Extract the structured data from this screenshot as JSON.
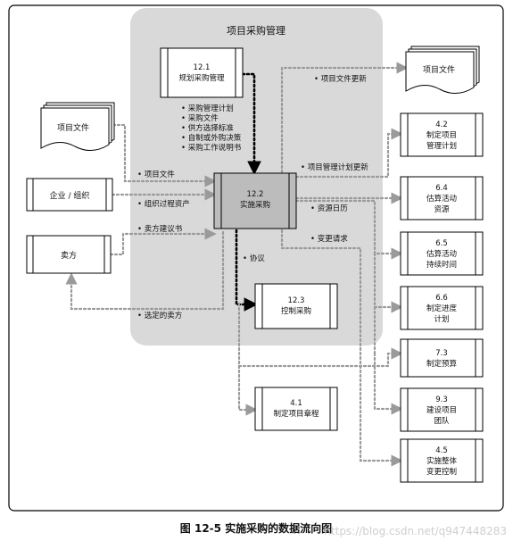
{
  "title": "项目采购管理",
  "processes": {
    "plan": {
      "num": "12.1",
      "name": "规划采购管理"
    },
    "conduct": {
      "num": "12.2",
      "name": "实施采购"
    },
    "control": {
      "num": "12.3",
      "name": "控制采购"
    },
    "charter": {
      "num": "4.1",
      "name": "制定项目章程"
    },
    "p42": {
      "num": "4.2",
      "line1": "制定项目",
      "line2": "管理计划"
    },
    "p64": {
      "num": "6.4",
      "line1": "估算活动",
      "line2": "资源"
    },
    "p65": {
      "num": "6.5",
      "line1": "估算活动",
      "line2": "持续时间"
    },
    "p66": {
      "num": "6.6",
      "line1": "制定进度",
      "line2": "计划"
    },
    "p73": {
      "num": "7.3",
      "line1": "制定预算"
    },
    "p93": {
      "num": "9.3",
      "line1": "建设项目",
      "line2": "团队"
    },
    "p45": {
      "num": "4.5",
      "line1": "实施整体",
      "line2": "变更控制"
    }
  },
  "docs": {
    "left": "项目文件",
    "right": "项目文件"
  },
  "entities": {
    "org": "企业 / 组织",
    "seller": "卖方"
  },
  "plan_outputs": [
    "• 采购管理计划",
    "• 采购文件",
    "• 供方选择标准",
    "• 自制或外购决策",
    "• 采购工作说明书"
  ],
  "labels": {
    "proj_docs_in": "• 项目文件",
    "org_assets": "• 组织过程资产",
    "seller_proposals": "• 卖方建议书",
    "selected_sellers": "• 选定的卖方",
    "agreements": "• 协议",
    "docs_update": "• 项目文件更新",
    "plan_update": "• 项目管理计划更新",
    "resource_cal": "• 资源日历",
    "change_req": "• 变更请求"
  },
  "caption": "图 12-5   实施采购的数据流向图",
  "watermark": "https://blog.csdn.net/q947448283"
}
